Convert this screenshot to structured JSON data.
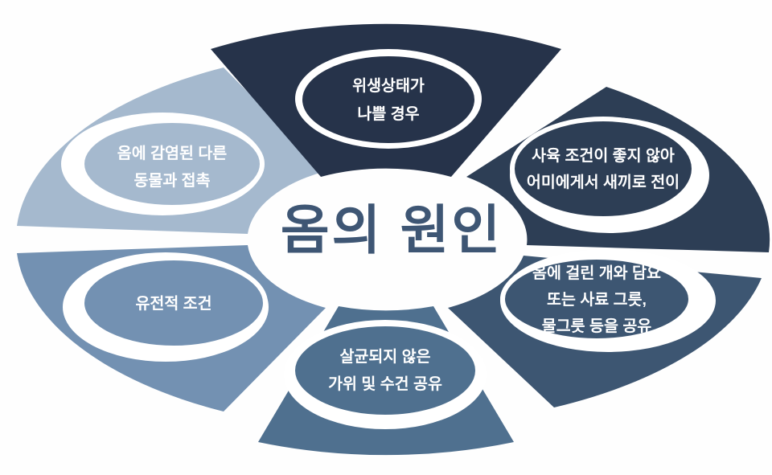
{
  "title": {
    "text": "옴의 원인",
    "color": "#3e5674"
  },
  "background_color": "#fefefe",
  "bubble_text_color": "#ffffff",
  "bubble_ring_color": "#ffffff",
  "petals": [
    {
      "id": "top",
      "color": "#26334a",
      "lines": [
        "위생상태가",
        "나쁠 경우"
      ]
    },
    {
      "id": "top-right",
      "color": "#2d3e55",
      "lines": [
        "사육 조건이 좋지 않아",
        "어미에게서 새끼로 전이"
      ]
    },
    {
      "id": "bottom-right",
      "color": "#3d5672",
      "lines": [
        "옴에 걸린 개와 담요",
        "또는 사료 그릇,",
        "물그릇 등을 공유"
      ]
    },
    {
      "id": "bottom",
      "color": "#4f708f",
      "lines": [
        "살균되지 않은",
        "가위 및 수건 공유"
      ]
    },
    {
      "id": "bottom-left",
      "color": "#7391b2",
      "lines": [
        "유전적 조건"
      ]
    },
    {
      "id": "top-left",
      "color": "#a5b9ce",
      "lines": [
        "옴에 감염된 다른",
        "동물과 접촉"
      ]
    }
  ]
}
